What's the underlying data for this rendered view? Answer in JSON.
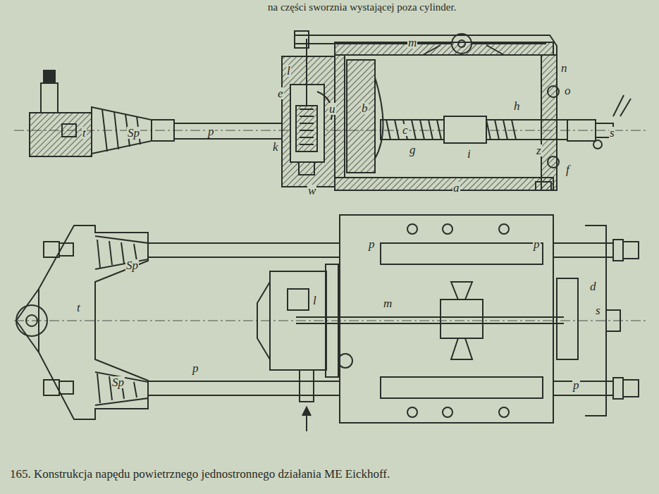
{
  "diagram": {
    "caption": "165. Konstrukcja napędu powietrznego jednostronnego działania ME Eickhoff.",
    "labels": [
      "na części sworznia wystającej poza cylinder.",
      "l",
      "m",
      "e",
      "u",
      "b",
      "c",
      "n",
      "o",
      "h",
      "s",
      "t",
      "Sp",
      "p",
      "k",
      "g",
      "i",
      "z",
      "f",
      "w",
      "a",
      "p",
      "p",
      "Sp",
      "t",
      "l",
      "m",
      "d",
      "s",
      "Sp",
      "p",
      "p"
    ]
  }
}
